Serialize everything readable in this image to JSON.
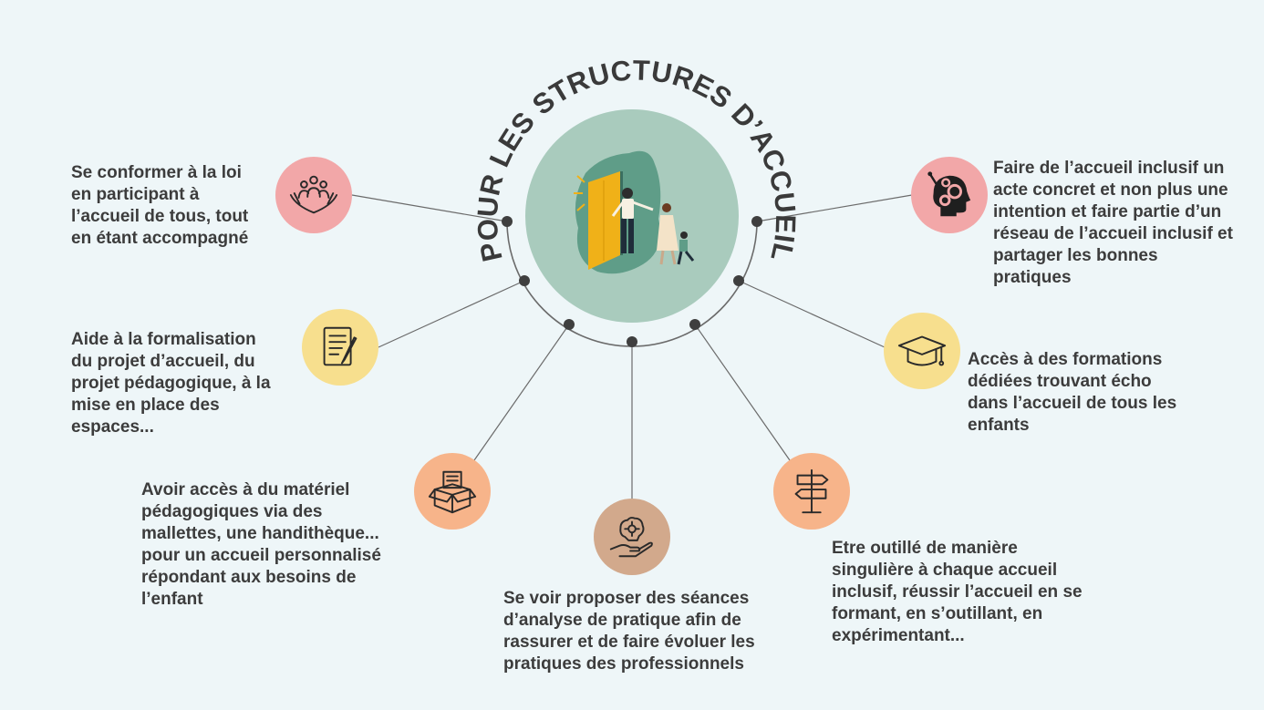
{
  "hub": {
    "arc_title": "POUR LES STRUCTURES D’ACCUEIL",
    "illustration_icon": "family-welcome-door-illustration"
  },
  "colors": {
    "background": "#eef6f8",
    "hub_circle": "#a9cbbd",
    "pink": "#f2a7a8",
    "yellow": "#f7df8e",
    "orange": "#f7b48a",
    "tan": "#d2a98c",
    "text": "#3c3c3c",
    "line": "#6b6b6b"
  },
  "items": [
    {
      "id": "conformer",
      "icon": "hands-group-icon",
      "color": "#f2a7a8",
      "lines": [
        "Se conformer à la loi",
        "en participant à",
        "l’accueil de tous, tout",
        "en étant accompagné"
      ]
    },
    {
      "id": "formalisation",
      "icon": "document-pen-icon",
      "color": "#f7df8e",
      "lines": [
        "Aide à la formalisation",
        "du projet d’accueil, du",
        "projet pédagogique, à la",
        "mise en place des",
        "espaces..."
      ]
    },
    {
      "id": "materiel",
      "icon": "open-box-icon",
      "color": "#f7b48a",
      "lines": [
        "Avoir accès à du matériel",
        "pédagogiques via des",
        "mallettes, une handithèque...",
        "pour un accueil personnalisé",
        "répondant aux besoins de",
        "l’enfant"
      ]
    },
    {
      "id": "analyse",
      "icon": "brain-gear-hand-icon",
      "color": "#d2a98c",
      "lines": [
        "Se voir proposer des séances",
        "d’analyse de pratique afin de",
        "rassurer et de faire évoluer les",
        "pratiques des professionnels"
      ]
    },
    {
      "id": "outille",
      "icon": "signpost-icon",
      "color": "#f7b48a",
      "lines": [
        "Etre outillé de manière",
        "singulière à chaque accueil",
        "inclusif, réussir l’accueil en se",
        "formant, en s’outillant, en",
        "expérimentant..."
      ]
    },
    {
      "id": "formations",
      "icon": "graduation-cap-icon",
      "color": "#f7df8e",
      "lines": [
        "Accès à des formations",
        "dédiées trouvant écho",
        "dans l’accueil de tous les",
        "enfants"
      ]
    },
    {
      "id": "reseau",
      "icon": "head-gears-icon",
      "color": "#f2a7a8",
      "lines": [
        "Faire de l’accueil inclusif un",
        "acte concret et non plus  une",
        "intention et faire partie d’un",
        "réseau de l’accueil inclusif et",
        "partager les bonnes",
        "pratiques"
      ]
    }
  ]
}
